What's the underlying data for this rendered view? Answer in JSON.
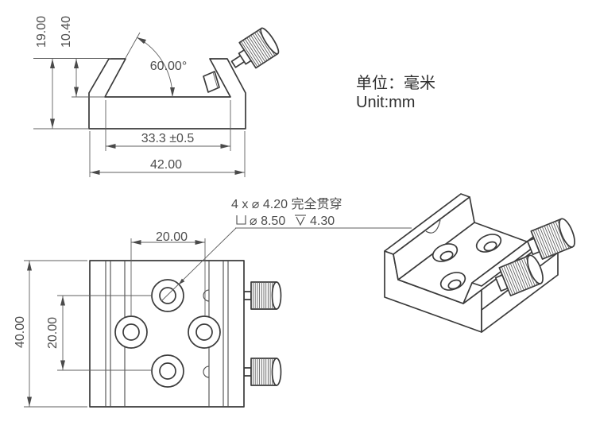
{
  "colors": {
    "geometry_line": "#3a3a3a",
    "dimension_line": "#5f5f5f",
    "text": "#4d4d4d"
  },
  "units_note": {
    "zh": "单位：毫米",
    "en": "Unit:mm"
  },
  "front_view": {
    "dim_overall_height": "19.00",
    "dim_groove_depth": "10.40",
    "dim_dovetail_angle": "60.00°",
    "dim_groove_width": "33.3 ±0.5",
    "dim_overall_width": "42.00"
  },
  "top_view": {
    "dim_hole_spacing_horizontal": "20.00",
    "dim_hole_spacing_vertical": "20.00",
    "dim_overall_length": "40.00",
    "hole_callout_line1": "4 x ⌀ 4.20 完全贯穿",
    "hole_callout_counterbore_dia": "⌀ 8.50",
    "hole_callout_counterbore_depth": "4.30"
  }
}
